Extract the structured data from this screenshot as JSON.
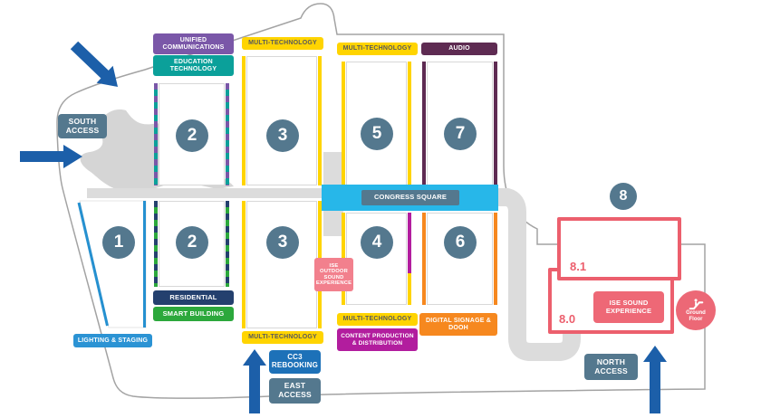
{
  "halls": {
    "h1": "1",
    "h2t": "2",
    "h2b": "2",
    "h3t": "3",
    "h3b": "3",
    "h4": "4",
    "h5": "5",
    "h6": "6",
    "h7": "7",
    "h8": "8",
    "h81": "8.1",
    "h80": "8.0"
  },
  "zone_labels": {
    "unified": "UNIFIED COMMUNICATIONS",
    "education": "EDUCATION TECHNOLOGY",
    "multi_3_top": "MULTI-TECHNOLOGY",
    "multi_5": "MULTI-TECHNOLOGY",
    "audio": "AUDIO",
    "residential": "RESIDENTIAL",
    "smart_building": "SMART BUILDING",
    "lighting_staging": "LIGHTING & STAGING",
    "multi_3_bottom": "MULTI-TECHNOLOGY",
    "multi_4": "MULTI-TECHNOLOGY",
    "content_production": "CONTENT PRODUCTION & DISTRIBUTION",
    "digital_signage": "DIGITAL SIGNAGE & DOOH"
  },
  "access": {
    "south": "SOUTH ACCESS",
    "east": "EAST ACCESS",
    "north": "NORTH ACCESS"
  },
  "congress_square": {
    "label": "CONGRESS SQUARE"
  },
  "landmarks": {
    "cc3_rebooking": "CC3 REBOOKING",
    "ise_outdoor_sound": "ISE OUTDOOR SOUND EXPERIENCE",
    "ise_sound_experience": "ISE SOUND EXPERIENCE",
    "ground_floor": "Ground Floor"
  },
  "colors": {
    "slate": "#54788e",
    "purple": "#7a57a8",
    "teal": "#0ba09a",
    "yellow": "#ffd400",
    "maroon": "#5e2b52",
    "cyan": "#27b7e9",
    "navy": "#24406e",
    "green": "#2ca83c",
    "light_blue": "#2b93d4",
    "medium_blue": "#1d71b8",
    "arrow_blue": "#1c5fa9",
    "orange": "#f6881f",
    "magenta": "#b21d9e",
    "pink": "#f2808d",
    "pink_border": "#ec5f6d",
    "walkway_gray": "#dcdcdc",
    "outline_gray": "#a3a3a3"
  }
}
